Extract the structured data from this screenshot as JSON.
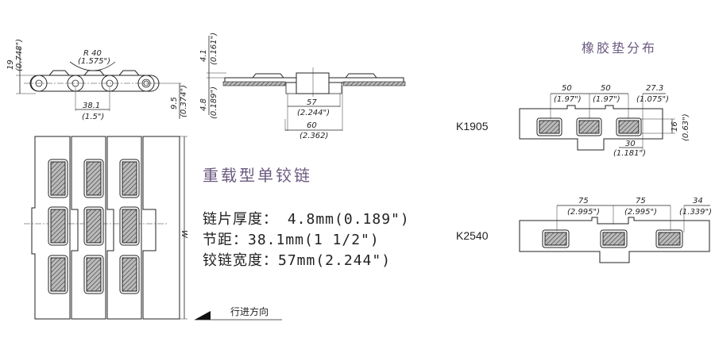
{
  "side_view": {
    "height_dim": "19",
    "height_dim_in": "(0.748\")",
    "radius_dim": "R 40",
    "radius_dim_in": "(1.575\")",
    "pitch_dim": "38.1",
    "pitch_dim_in": "(1.5\")",
    "half_dim": "9.5",
    "half_dim_in": "(0.374\")"
  },
  "cross_section": {
    "top_dim": "4.1",
    "top_dim_in": "(0.161\")",
    "thick_dim": "4.8",
    "thick_dim_in": "(0.189\")",
    "width57": "57",
    "width57_in": "(2.244\")",
    "width60": "60",
    "width60_in": "(2.362)"
  },
  "top_view": {
    "w_label": "W"
  },
  "title": "重载型单铰链",
  "specs": [
    "链片厚度： 4.8mm(0.189\")",
    "节距：38.1mm(1 1/2\")",
    "铰链宽度：57mm(2.244\")"
  ],
  "direction_label": "行进方向",
  "rubber_title": "橡胶垫分布",
  "k1905": {
    "label": "K1905",
    "d1": "50",
    "d1_in": "(1.97\")",
    "d2": "50",
    "d2_in": "(1.97\")",
    "d3": "27.3",
    "d3_in": "(1.075\")",
    "d4": "30",
    "d4_in": "(1.181\")",
    "d5": "16",
    "d5_in": "(0.63\")"
  },
  "k2540": {
    "label": "K2540",
    "d1": "75",
    "d1_in": "(2.995\")",
    "d2": "75",
    "d2_in": "(2.995\")",
    "d3": "34",
    "d3_in": "(1.339\")"
  },
  "colors": {
    "accent": "#6b5a80",
    "line": "#222222"
  }
}
